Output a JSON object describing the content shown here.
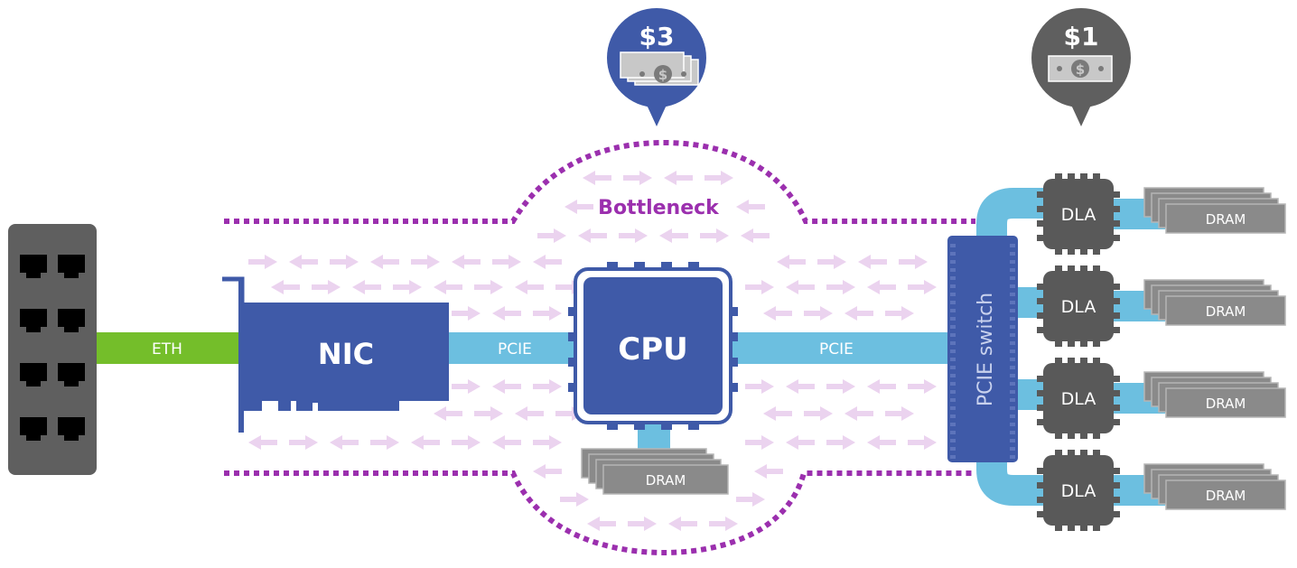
{
  "diagram": {
    "title": "NIC to CPU to PCIE switch to DLA data path with CPU bottleneck",
    "colors": {
      "blue": "#3f5aa8",
      "light_blue": "#6cbfe0",
      "green": "#74be2a",
      "dark_gray": "#5f5f5f",
      "chip_gray": "#595959",
      "dram_gray": "#8a8a8a",
      "purple": "#9b2fae",
      "arrow_pink": "#ebd3ef",
      "white": "#ffffff"
    },
    "cost_badges": [
      {
        "id": "cpu-cost",
        "label": "$3",
        "color": "blue",
        "bills": 3
      },
      {
        "id": "dla-cost",
        "label": "$1",
        "color": "gray",
        "bills": 1
      }
    ],
    "switch_panel": {
      "label": "",
      "ports": 8
    },
    "links": {
      "eth": "ETH",
      "pcie_nic_cpu": "PCIE",
      "pcie_cpu_switch": "PCIE"
    },
    "nic": {
      "label": "NIC"
    },
    "cpu": {
      "label": "CPU",
      "dram_label": "DRAM"
    },
    "bottleneck": {
      "label": "Bottleneck"
    },
    "pcie_switch": {
      "label": "PCIE switch"
    },
    "accelerators": [
      {
        "label": "DLA",
        "dram_label": "DRAM"
      },
      {
        "label": "DLA",
        "dram_label": "DRAM"
      },
      {
        "label": "DLA",
        "dram_label": "DRAM"
      },
      {
        "label": "DLA",
        "dram_label": "DRAM"
      }
    ]
  }
}
